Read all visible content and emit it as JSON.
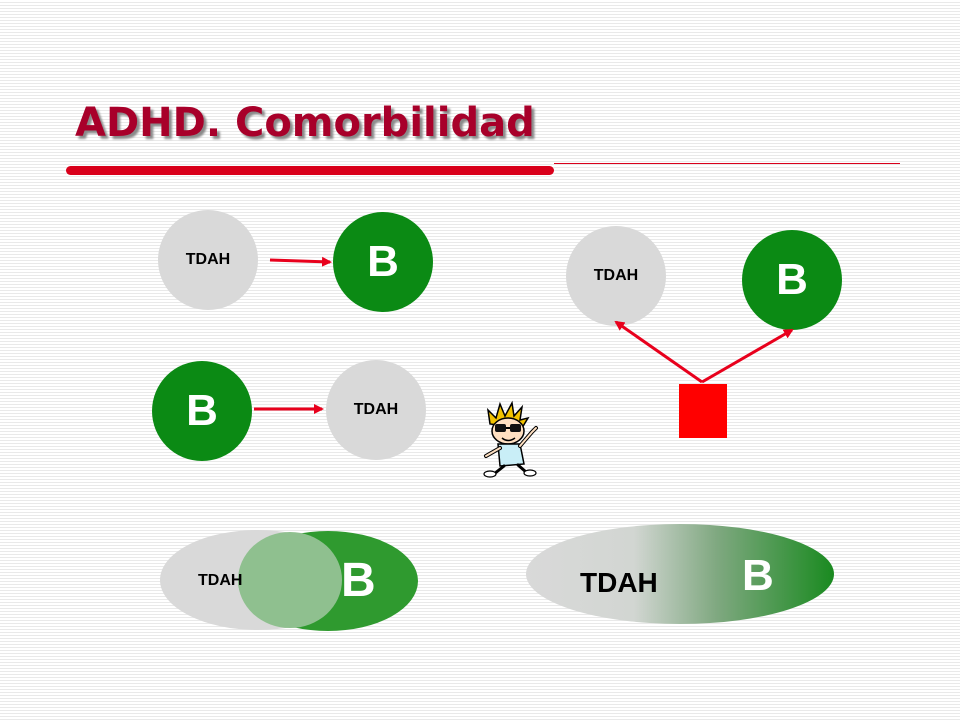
{
  "slide": {
    "title": "ADHD. Comorbilidad",
    "accent_color": "#d9001b",
    "title_color": "#a8002a"
  },
  "diagram1": {
    "grey_label": "TDAH",
    "green_label": "B"
  },
  "diagram2": {
    "green_label": "B",
    "grey_label": "TDAH"
  },
  "diagram3": {
    "grey_label": "TDAH",
    "green_label": "B"
  },
  "diagram4": {
    "grey_label": "TDAH",
    "green_label": "B"
  },
  "diagram5": {
    "grey_label": "TDAH",
    "green_label": "B"
  },
  "clipart": {
    "icon": "cartoon-boy-icon"
  },
  "colors": {
    "grey_circle": "#d9d9d9",
    "green_circle": "#0b8a14",
    "arrow_red": "#e8001c",
    "square_red": "#ff0000"
  }
}
